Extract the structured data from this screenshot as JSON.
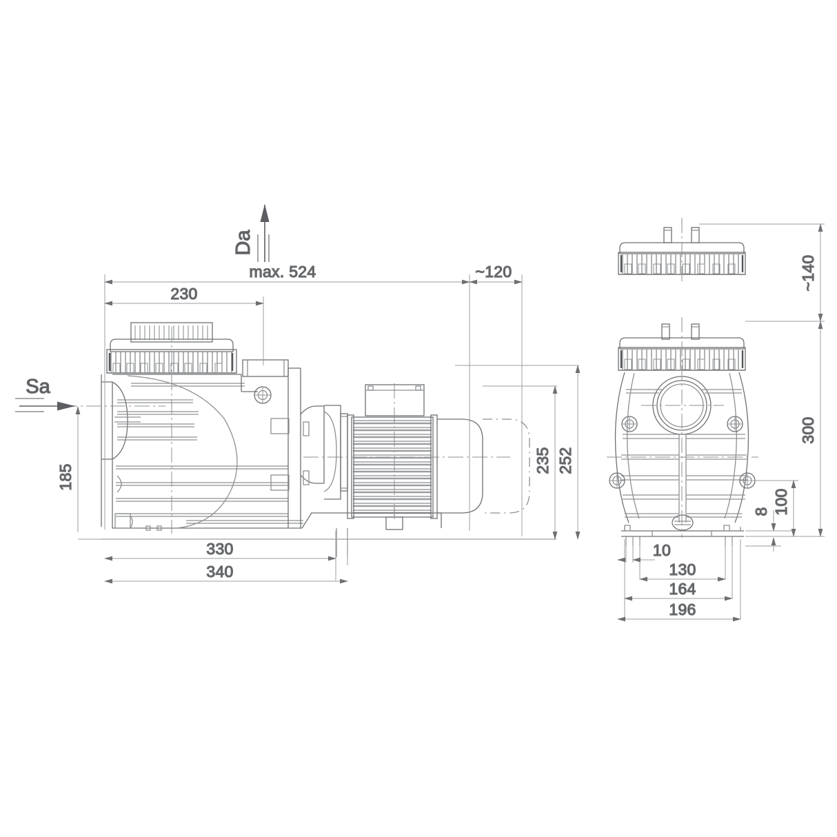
{
  "drawing": {
    "title": "Pool pump dimensional drawing",
    "views": [
      {
        "name": "side-view",
        "label": ""
      },
      {
        "name": "front-view",
        "label": ""
      },
      {
        "name": "top-view",
        "label": ""
      }
    ]
  },
  "flow_labels": {
    "discharge": "Da",
    "suction": "Sa"
  },
  "dimensions": {
    "side_view": {
      "overall_length_max": "max. 524",
      "lid_to_axis": "230",
      "fan_cowl_clearance": "~120",
      "suction_height": "185",
      "motor_height": "235",
      "total_height": "252",
      "base_inner": "330",
      "base_outer": "340"
    },
    "front_view": {
      "lid_height": "~140",
      "overall_height": "300",
      "foot_to_axis": "100",
      "foot_thickness": "8",
      "foot_slot": "10",
      "hole_spacing_inner": "130",
      "hole_spacing_outer": "164",
      "base_width": "196"
    }
  },
  "colors": {
    "line": "#6d6f72",
    "line_light": "#9b9da0",
    "text": "#54565b",
    "fringe_warm": "#c8862f",
    "fringe_cool": "#5b9fd4",
    "background": "#ffffff"
  }
}
